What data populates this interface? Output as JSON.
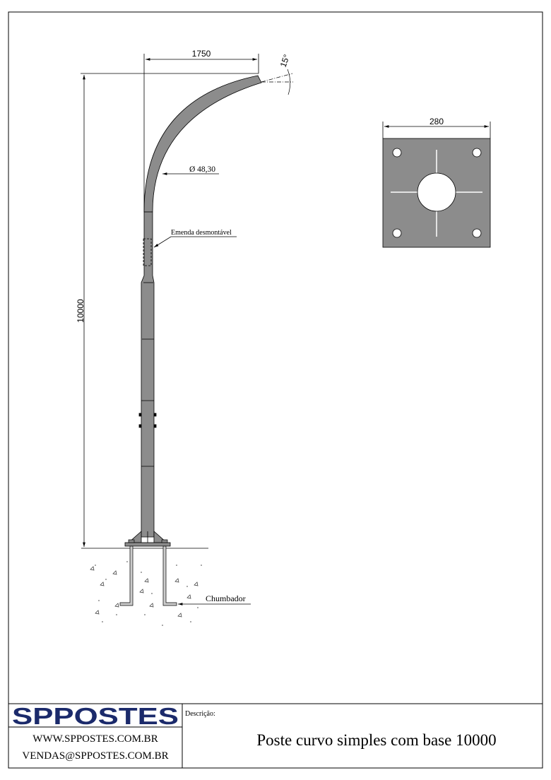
{
  "drawing": {
    "dim_horizontal": "1750",
    "dim_height": "10000",
    "dim_angle": "15°",
    "diameter_label": "Ø 48,30",
    "splice_label": "Emenda desmontável",
    "anchor_label": "Chumbador",
    "plate_dim": "280"
  },
  "title_block": {
    "logo_text": "SPPOSTES",
    "website": "WWW.SPPOSTES.COM.BR",
    "email": "VENDAS@SPPOSTES.COM.BR",
    "description_label": "Descrição:",
    "description": "Poste curvo simples com base 10000"
  },
  "colors": {
    "pole": "#8c8c8c",
    "logo": "#1b2a6b"
  }
}
